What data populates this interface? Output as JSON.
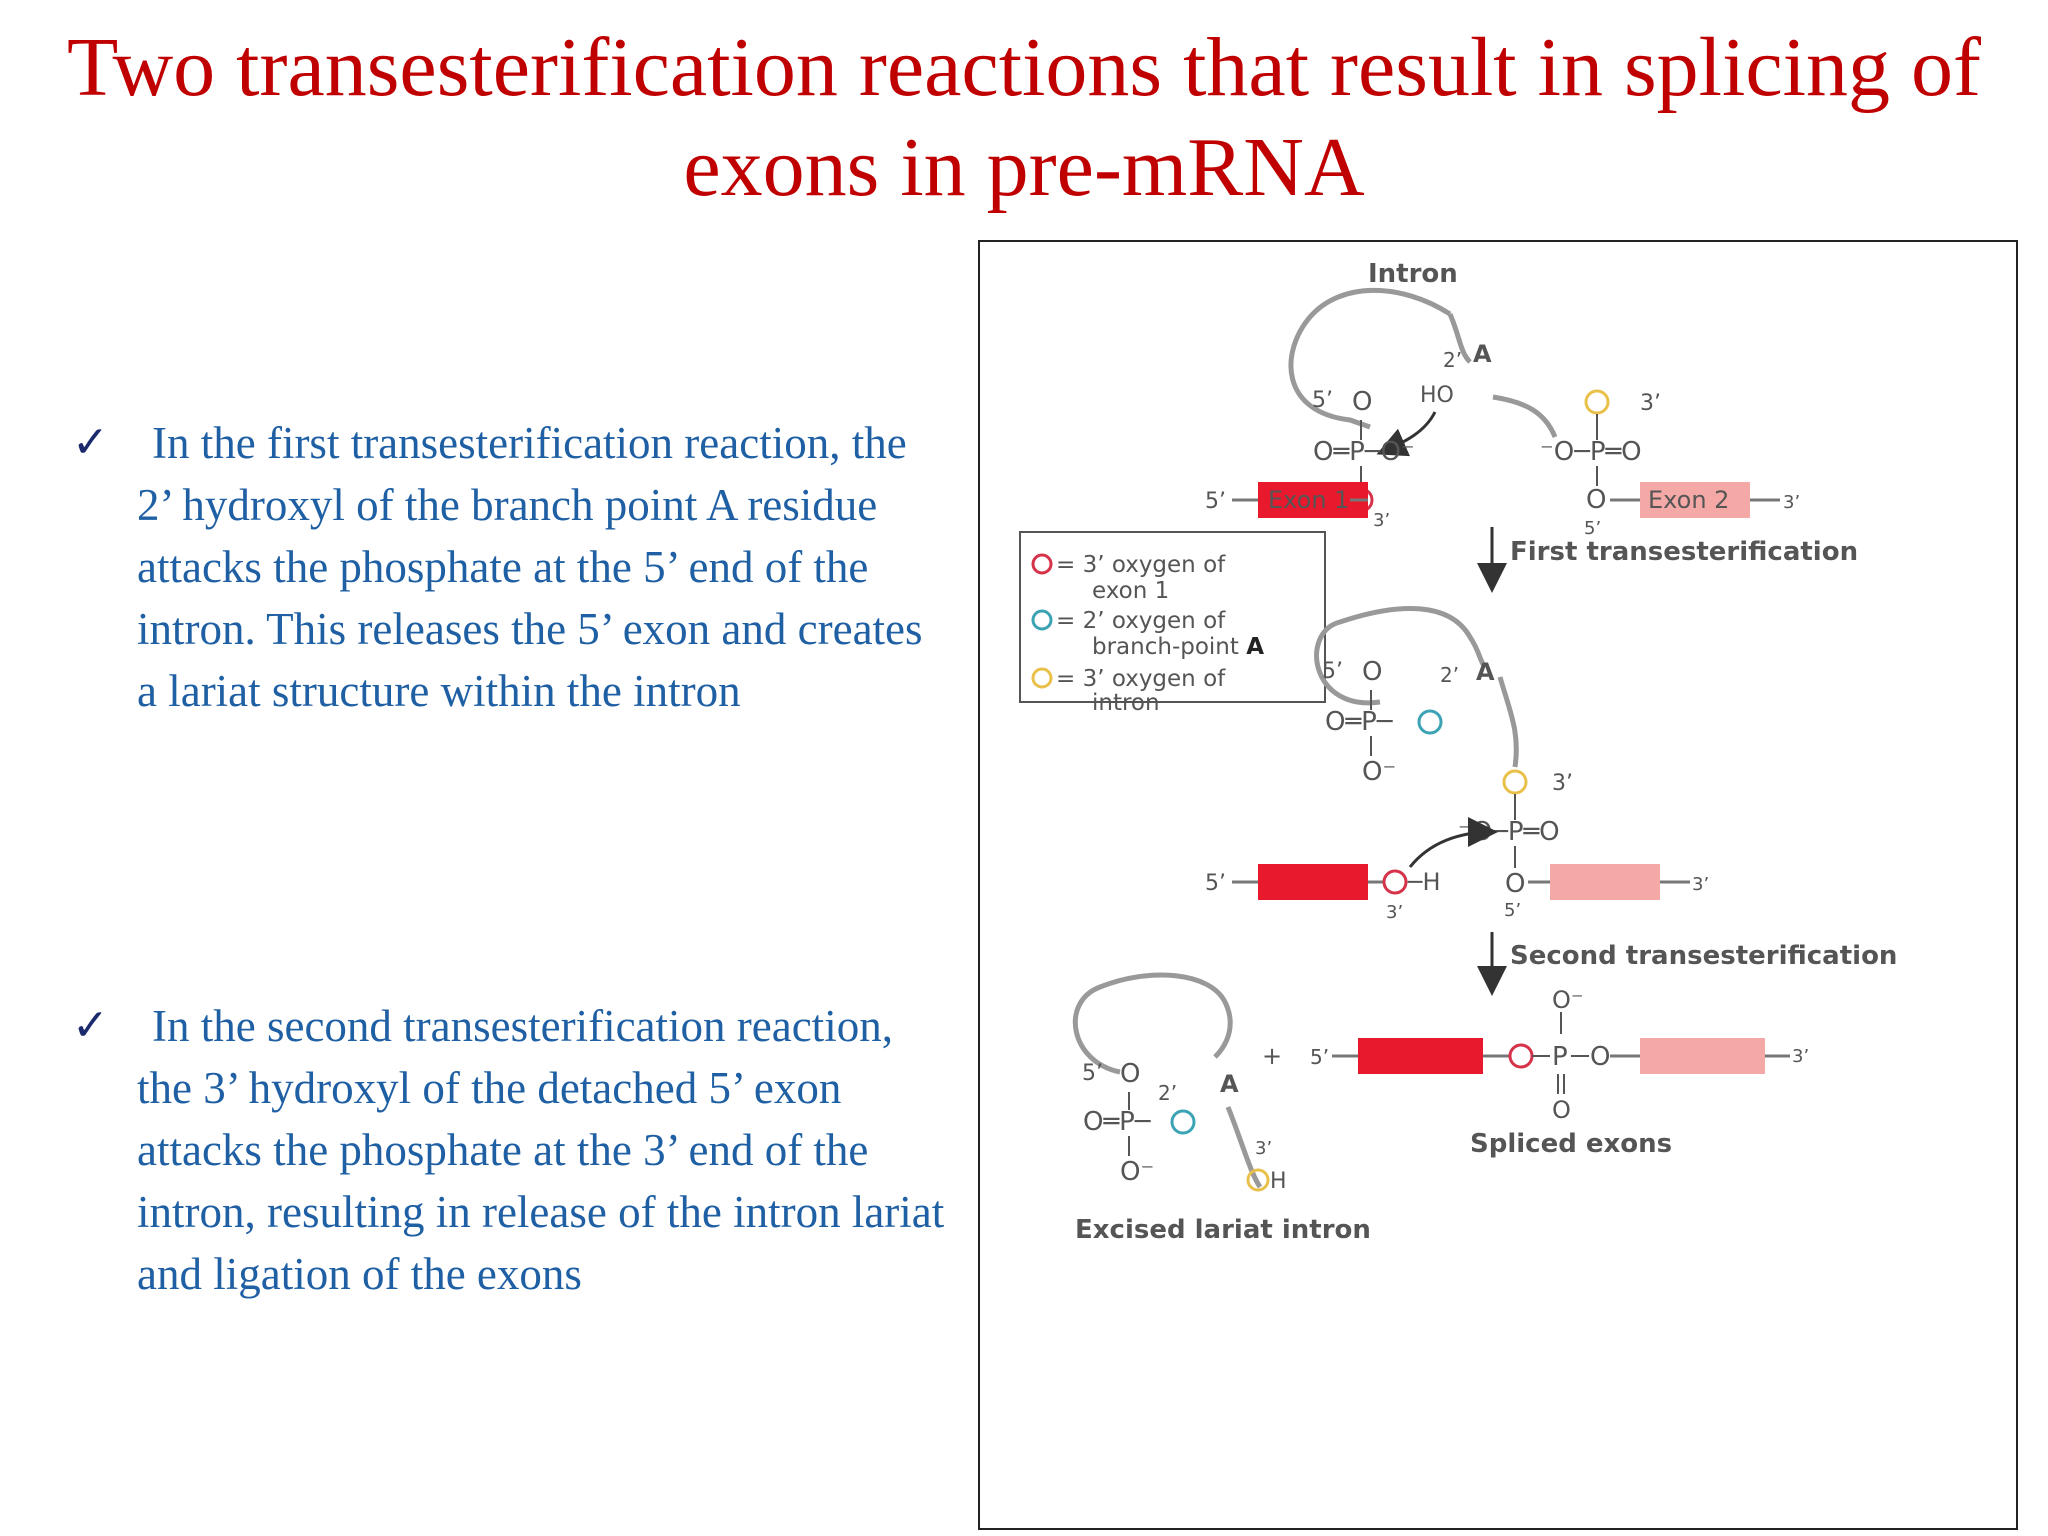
{
  "title": {
    "line1": "Two transesterification reactions that result in splicing of",
    "line2": "exons in pre-mRNA"
  },
  "bullets": [
    {
      "icon": "check-mark-icon",
      "text": "In the first transesterification reaction, the 2’ hydroxyl of the branch point A residue attacks the phosphate at the 5’ end of the intron. This releases the 5’ exon and creates a lariat structure within the intron"
    },
    {
      "icon": "check-mark-icon",
      "text": "In the second transesterification reaction, the 3’ hydroxyl of the detached 5’ exon attacks the phosphate at the 3’ end of the intron, resulting in release of the intron lariat and ligation of the exons"
    }
  ],
  "diagram": {
    "intron_label": "Intron",
    "exon1_label": "Exon 1",
    "exon2_label": "Exon 2",
    "step1_label": "First transesterification",
    "step2_label": "Second transesterification",
    "spliced_label": "Spliced exons",
    "lariat_label": "Excised lariat intron",
    "branch_A": "A",
    "five_prime": "5’",
    "three_prime": "3’",
    "two_prime": "2’",
    "legend": {
      "item1_line1": "= 3’ oxygen of",
      "item1_line2": "exon 1",
      "item2_line1": "= 2’ oxygen of",
      "item2_line2": "branch-point",
      "item2_bold": "A",
      "item3_line1": "= 3’ oxygen of",
      "item3_line2": "intron"
    },
    "colors": {
      "exon1": "#e8192c",
      "exon2": "#f5a9a6",
      "oxygen_exon1": "#d6334a",
      "oxygen_branch": "#3ca3b5",
      "oxygen_intron": "#e8c04a",
      "title": "#c00000",
      "bullet_text": "#1f5fa3"
    }
  }
}
